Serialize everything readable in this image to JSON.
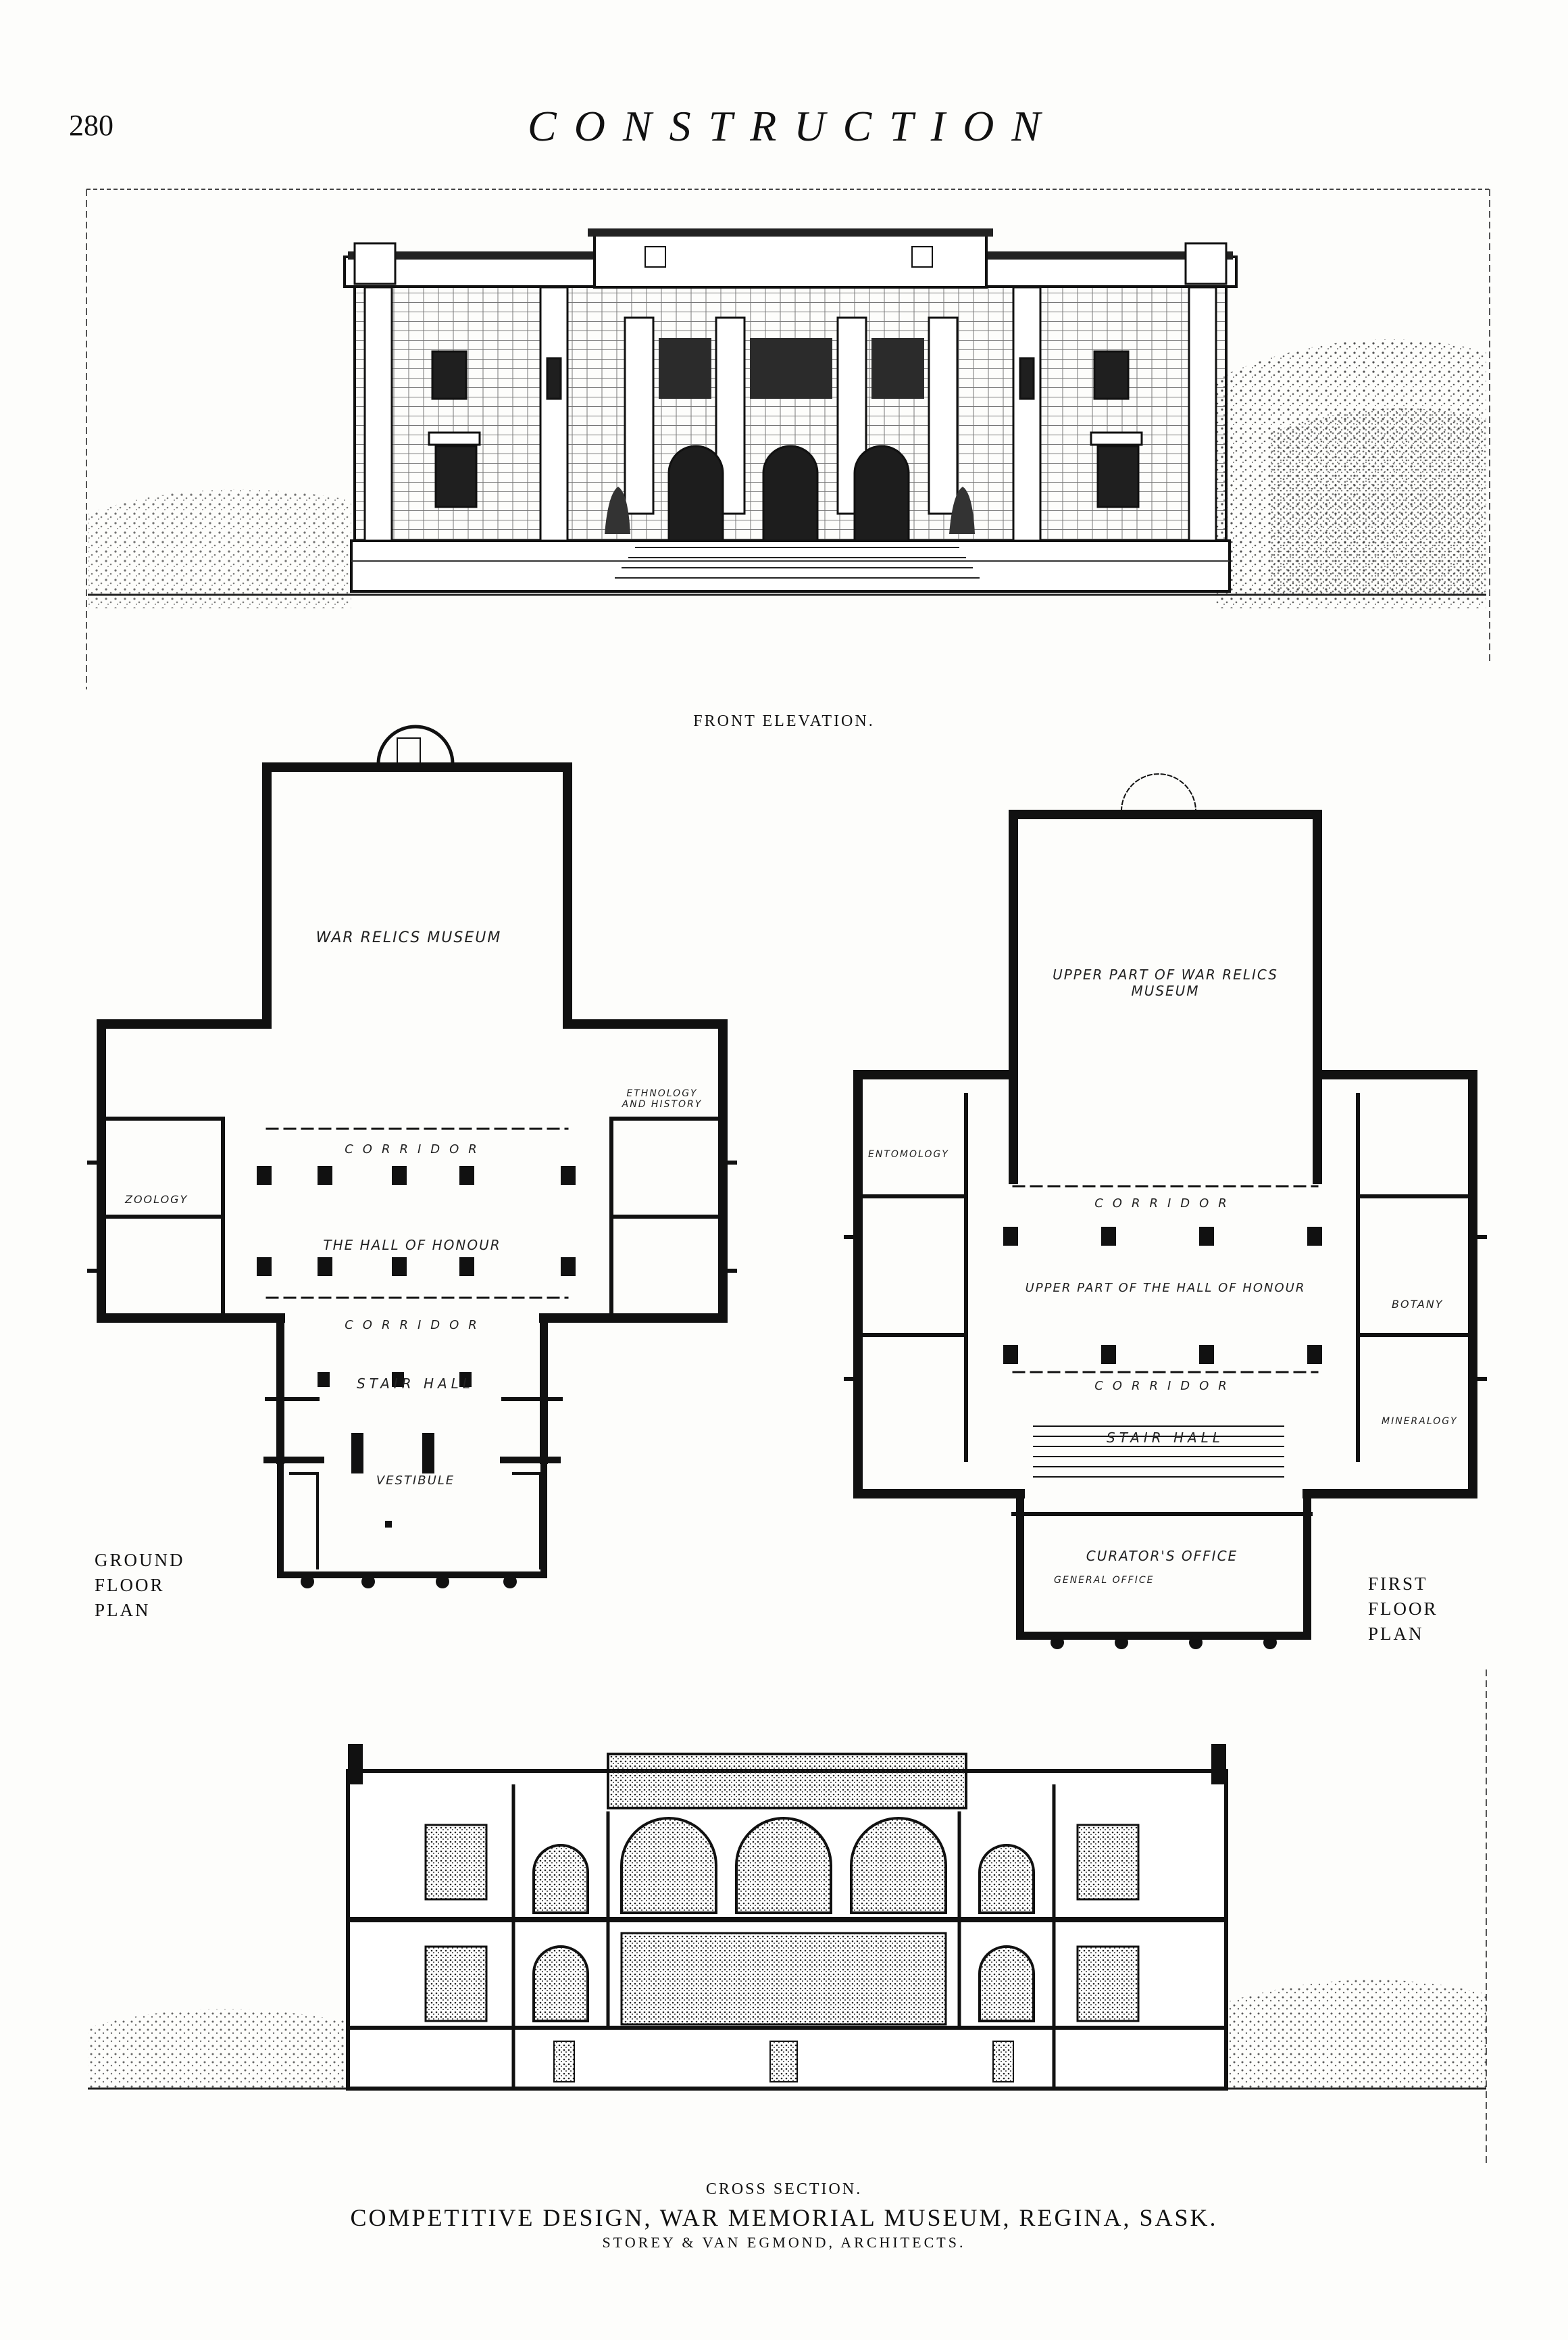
{
  "header": {
    "page_number": "280",
    "journal_title": "CONSTRUCTION"
  },
  "captions": {
    "front_elevation": "FRONT ELEVATION.",
    "cross_section": "CROSS SECTION.",
    "main": "COMPETITIVE DESIGN, WAR MEMORIAL MUSEUM, REGINA, SASK.",
    "architects": "STOREY & VAN EGMOND, ARCHITECTS."
  },
  "ground_floor": {
    "label_line1": "GROUND",
    "label_line2": "FLOOR",
    "label_line3": "PLAN",
    "museum": "WAR RELICS MUSEUM",
    "hall": "THE HALL OF HONOUR",
    "corridor": "CORRIDOR",
    "stair": "STAIR HALL",
    "vestibule": "VESTIBULE",
    "zoology": "ZOOLOGY",
    "ethnology": "ETHNOLOGY AND HISTORY"
  },
  "first_floor": {
    "label_line1": "FIRST",
    "label_line2": "FLOOR",
    "label_line3": "PLAN",
    "museum_upper": "UPPER PART OF WAR RELICS MUSEUM",
    "hall_upper": "UPPER PART OF THE HALL OF HONOUR",
    "corridor": "CORRIDOR",
    "stair": "STAIR HALL",
    "curators": "CURATOR'S OFFICE",
    "general": "GENERAL OFFICE",
    "botany": "BOTANY",
    "entomology": "ENTOMOLOGY",
    "mineralogy": "MINERALOGY"
  }
}
